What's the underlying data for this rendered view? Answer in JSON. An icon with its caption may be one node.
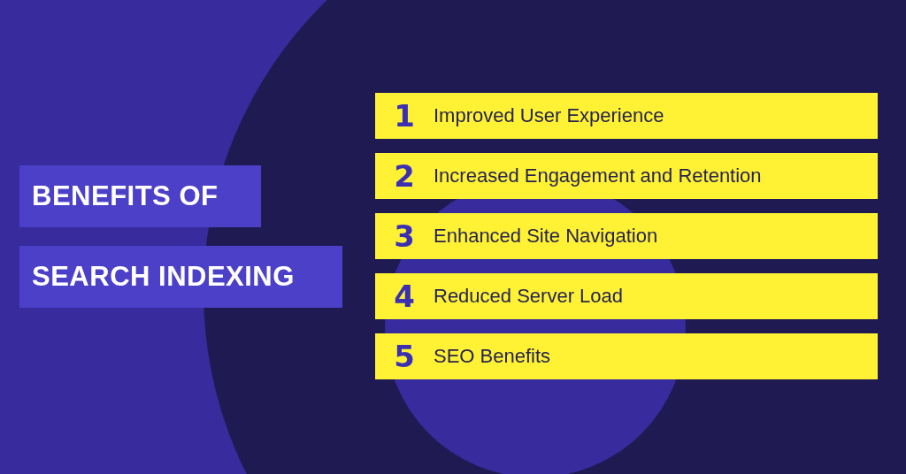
{
  "diagram": {
    "nodes": [
      {
        "text": [
          "BENEFITS OF"
        ]
      },
      {
        "text": [
          "SEARCH INDEXING"
        ]
      },
      {
        "text": [
          "1",
          "Improved User Experience"
        ]
      },
      {
        "text": [
          "2",
          "Increased Engagement and Retention"
        ]
      },
      {
        "text": [
          "3",
          "Enhanced Site Navigation"
        ]
      },
      {
        "text": [
          "4",
          "Reduced Server Load"
        ]
      },
      {
        "text": [
          "5",
          "SEO Benefits"
        ]
      }
    ]
  }
}
